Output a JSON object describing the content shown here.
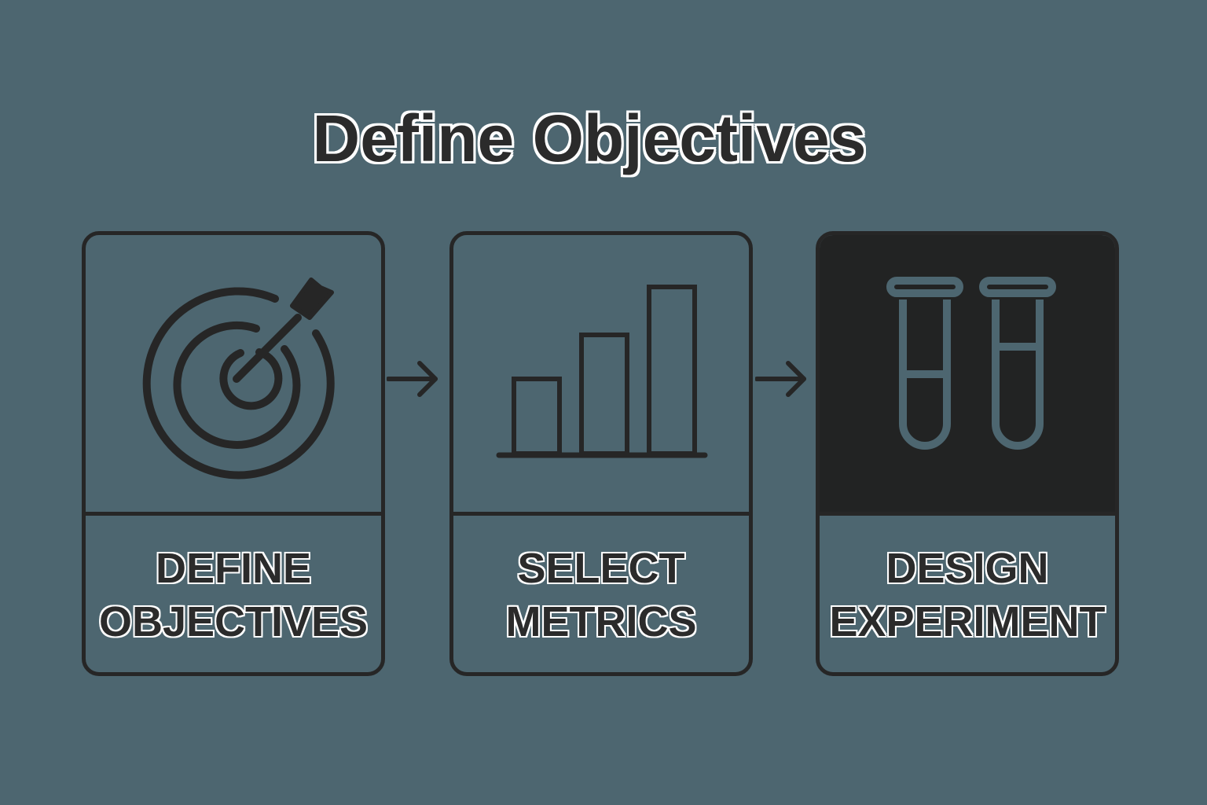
{
  "title": "Define Objectives",
  "steps": [
    {
      "icon": "target-icon",
      "line1": "DEFINE",
      "line2": "OBJECTIVES",
      "highlighted": false
    },
    {
      "icon": "bar-chart-icon",
      "line1": "SELECT",
      "line2": "METRICS",
      "highlighted": false
    },
    {
      "icon": "test-tubes-icon",
      "line1": "DESIGN",
      "line2": "EXPERIMENT",
      "highlighted": true
    }
  ],
  "colors": {
    "background": "#4d6670",
    "stroke": "#262626",
    "highlight_fill": "#222323",
    "text_outline": "#ffffff"
  }
}
